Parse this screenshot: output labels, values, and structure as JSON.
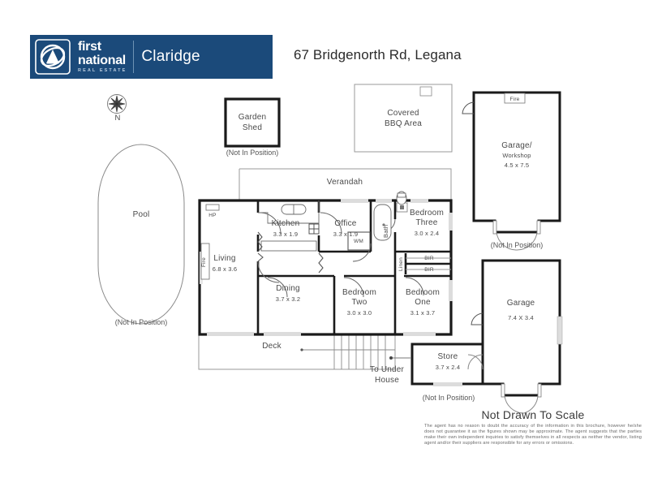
{
  "header": {
    "brand_line1": "first",
    "brand_line2": "national",
    "brand_tagline": "REAL ESTATE",
    "agency": "Claridge",
    "brand_color": "#1b4a7a",
    "logo_icon": "first-national-swirl-logo"
  },
  "property": {
    "address": "67 Bridgenorth Rd, Legana"
  },
  "compass": {
    "icon": "compass-rose-icon",
    "north_label": "N"
  },
  "features": {
    "pool": {
      "label": "Pool",
      "note": "(Not In Position)"
    },
    "garden_shed": {
      "label_line1": "Garden",
      "label_line2": "Shed",
      "note": "(Not In Position)"
    },
    "bbq": {
      "label_line1": "Covered",
      "label_line2": "BBQ Area"
    },
    "verandah": {
      "label": "Verandah"
    },
    "deck": {
      "label": "Deck"
    },
    "to_under_house": {
      "label_line1": "To Under",
      "label_line2": "House"
    }
  },
  "rooms": [
    {
      "name": "Living",
      "dims": "6.8 x 3.6"
    },
    {
      "name": "Kitchen",
      "dims": "3.3 x 1.9"
    },
    {
      "name": "Office",
      "dims": "3.3 x 1.9"
    },
    {
      "name": "Dining",
      "dims": "3.7 x 3.2"
    },
    {
      "name": "Bedroom Two",
      "name_line1": "Bedroom",
      "name_line2": "Two",
      "dims": "3.0 x 3.0"
    },
    {
      "name": "Bedroom One",
      "name_line1": "Bedroom",
      "name_line2": "One",
      "dims": "3.1 x 3.7"
    },
    {
      "name": "Bedroom Three",
      "name_line1": "Bedroom",
      "name_line2": "Three",
      "dims": "3.0 x 2.4"
    },
    {
      "name": "Store",
      "dims": "3.7 x 2.4"
    }
  ],
  "outbuildings": [
    {
      "name_line1": "Garage/",
      "name_line2": "Workshop",
      "dims": "4.5 x 7.5",
      "note": "(Not In Position)",
      "fire_label": "Fire"
    },
    {
      "name": "Garage",
      "dims": "7.4 X 3.4"
    }
  ],
  "store": {
    "note": "(Not In Position)"
  },
  "fixtures": {
    "bath": "Bath",
    "wm": "WM",
    "linen": "Linen",
    "bir_upper": "BIR",
    "bir_lower": "BIR",
    "hp": "HP",
    "fire_living": "Fire",
    "fire_garage": "Fire"
  },
  "footer": {
    "not_to_scale": "Not Drawn To Scale",
    "disclaimer": "The agent has no reason to doubt the accuracy of the information in this brochure, however he/she does not guarantee it as the figures shown may be approximate. The agent suggests that the parties make their own independent inquiries to satisfy themselves in all respects as neither the vendor, listing agent and/or their suppliers are responsible for any errors or omissions."
  }
}
